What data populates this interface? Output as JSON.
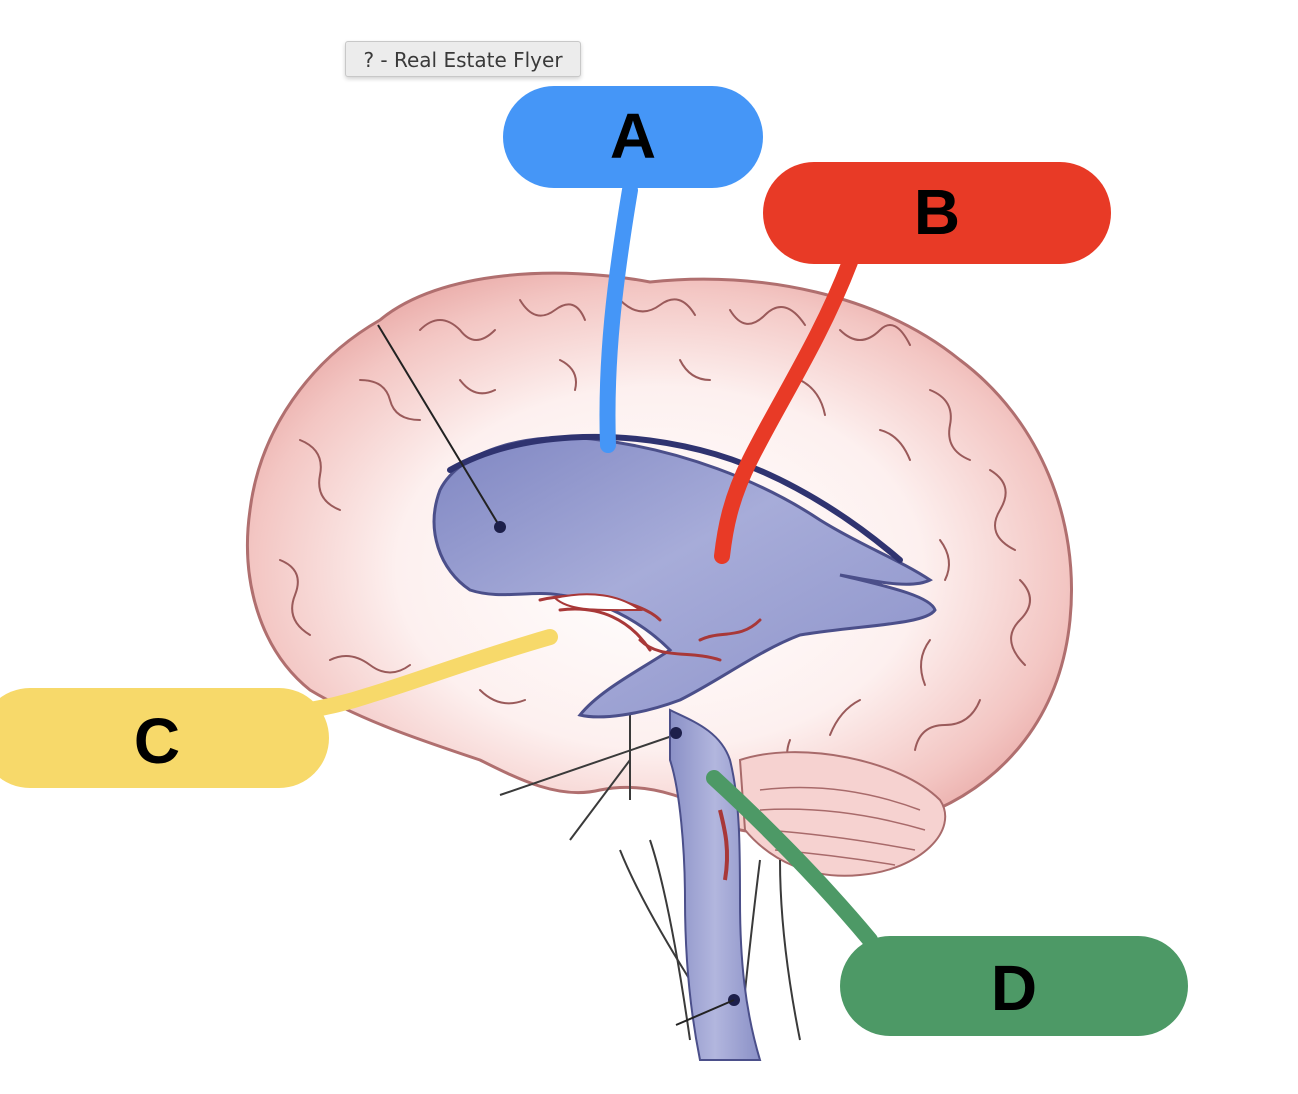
{
  "tooltip": {
    "text": "? - Real Estate Flyer"
  },
  "labels": [
    {
      "id": "A",
      "text": "A",
      "color": "#4596f7"
    },
    {
      "id": "B",
      "text": "B",
      "color": "#e83a26"
    },
    {
      "id": "C",
      "text": "C",
      "color": "#f7d96a"
    },
    {
      "id": "D",
      "text": "D",
      "color": "#4d9966"
    }
  ],
  "colors": {
    "brain_pink": "#f2c3c0",
    "brain_outline": "#a86a6a",
    "ventricle": "#8c92c9",
    "ventricle_dark": "#4b4f8a",
    "vessel": "#a83838"
  }
}
